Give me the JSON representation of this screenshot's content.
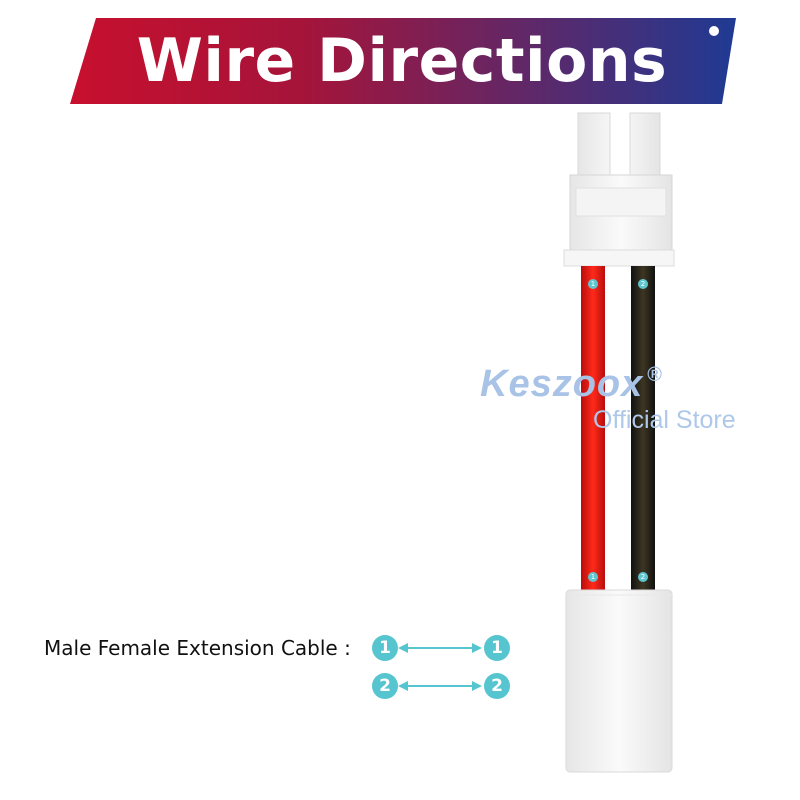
{
  "banner": {
    "title": "Wire Directions",
    "gradient_start": "#c8102e",
    "gradient_end": "#1f3a93"
  },
  "watermark": {
    "brand": "Keszoox",
    "registered": "®",
    "store": "Official Store",
    "color": "#a9c3e6"
  },
  "cable": {
    "wire_colors": [
      "#ee1c1c",
      "#2a2618"
    ],
    "pin_labels_top": [
      "1",
      "2"
    ],
    "pin_labels_bottom": [
      "1",
      "2"
    ],
    "connector_color": "#f2f2f2"
  },
  "legend": {
    "label": "Male Female Extension Cable :",
    "rows": [
      {
        "from": "1",
        "to": "1"
      },
      {
        "from": "2",
        "to": "2"
      }
    ],
    "badge_color": "#56c5cf"
  }
}
